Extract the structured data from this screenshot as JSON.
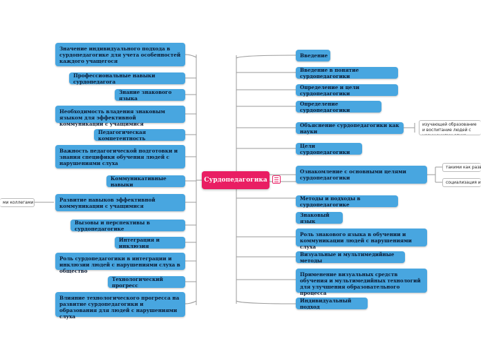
{
  "center": {
    "label": "Сурдопедагогика"
  },
  "left": [
    "Значение индивидуального подхода в сурдопедагогике для учета особенностей каждого учащегося",
    "Профессиональные навыки сурдопедагога",
    "Знание знакового языка",
    "Необходимость владения знаковым языком для эффективной коммуникации с учащимися",
    "Педагогическая компетентность",
    "Важность педагогической подготовки и знания специфики обучения людей с нарушениями слуха",
    "Коммуникативные навыки",
    "Развитие навыков эффективной коммуникации с учащимися",
    "Вызовы и перспективы в сурдопедагогике",
    "Интеграция и инклюзия",
    "Роль сурдопедагогики в интеграции и инклюзии людей с нарушениями слуха в общество",
    "Технологический прогресс",
    "Влияние технологического прогресса на развитие сурдопедагогики и образования для людей с нарушениями слуха"
  ],
  "right": [
    "Введение",
    "Введение в понятие сурдопедагогики",
    "Определение и цели сурдопедагогики",
    "Определение сурдопедагогики",
    "Объяснение сурдопедагогики как науки",
    "Цели сурдопедагогики",
    "Ознакомление с основными целями сурдопедагогики",
    "Методы и подходы в сурдопедагогике",
    "Знаковый язык",
    "Роль знакового языка в обучении и коммуникации людей с нарушениями слуха",
    "Визуальные и мультимедийные методы",
    "Применение визуальных средств обучения и мультимедийных технологий для улучшения образовательного процесса",
    "Индивидуальный подход"
  ],
  "leaves": [
    "изучающей образование и воспитание людей с нарушениями слуха",
    "такими как развитие",
    "социализация и",
    "ми коллегами"
  ],
  "colors": {
    "node": "#48a6e0",
    "center": "#e91e63",
    "line": "#9a9a9a"
  }
}
